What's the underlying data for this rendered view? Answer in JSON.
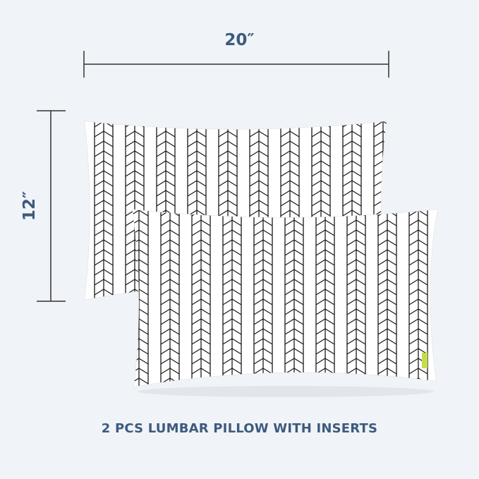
{
  "dimensions": {
    "width_label": "20″",
    "height_label": "12″"
  },
  "caption": "2 PCS LUMBAR PILLOW WITH INSERTS",
  "colors": {
    "background": "#f0f3f7",
    "label_text": "#3d5a7e",
    "line": "#333333",
    "pillow": "#ffffff",
    "pattern": "#1a1a1a",
    "tag": "#c6dc4a"
  },
  "product": {
    "pattern": "herringbone-stripes",
    "count": 2
  }
}
